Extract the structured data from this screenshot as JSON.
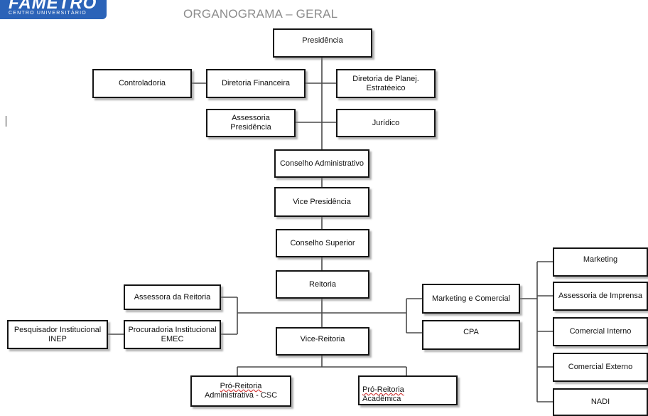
{
  "header": {
    "logo_main": "FAMETRO",
    "logo_sub": "CENTRO UNIVERSITÁRIO",
    "title": "ORGANOGRAMA – GERAL"
  },
  "nodes": {
    "presidencia": "Presidência",
    "controladoria": "Controladoria",
    "diretoria_financeira": "Diretoria Financeira",
    "diretoria_planejamento": "Diretoria de Planej. Estratéeico",
    "assessoria_presidencia": "Assessoria Presidência",
    "juridico": "Jurídico",
    "conselho_administrativo": "Conselho Administrativo",
    "vice_presidencia": "Vice Presidência",
    "conselho_superior": "Conselho Superior",
    "reitoria": "Reitoria",
    "assessora_reitoria": "Assessora da Reitoria",
    "procuradoria": "Procuradoria Institucional EMEC",
    "pesquisador": "Pesquisador Institucional INEP",
    "vice_reitoria": "Vice-Reitoria",
    "pro_reitoria_adm_title": "Pró-Reitoria",
    "pro_reitoria_adm_sub": "Administrativa - CSC",
    "pro_reitoria_acad_title": "Pró-Reitoria",
    "pro_reitoria_acad_sub": "Acadêmica",
    "marketing_comercial": "Marketing e Comercial",
    "cpa": "CPA",
    "marketing": "Marketing",
    "assessoria_imprensa": "Assessoria de Imprensa",
    "comercial_interno": "Comercial Interno",
    "comercial_externo": "Comercial Externo",
    "nadi": "NADI"
  }
}
